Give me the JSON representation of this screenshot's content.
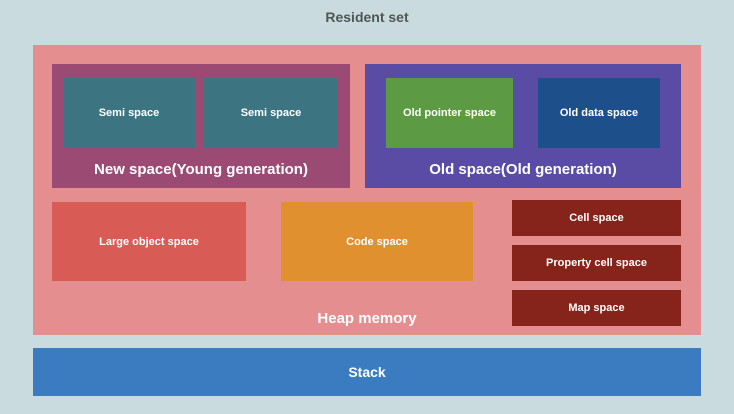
{
  "background": "#c9dbdf",
  "title": "Resident set",
  "title_color": "#4f5658",
  "heap": {
    "label": "Heap memory",
    "bg": "#e48e8f",
    "new_space": {
      "label": "New space(Young generation)",
      "bg": "#9b4a74",
      "semi_spaces": [
        {
          "label": "Semi space",
          "bg": "#3d7482"
        },
        {
          "label": "Semi space",
          "bg": "#3d7482"
        }
      ]
    },
    "old_space": {
      "label": "Old space(Old generation)",
      "bg": "#5a4ba5",
      "old_pointer_space": {
        "label": "Old pointer space",
        "bg": "#5c9b43"
      },
      "old_data_space": {
        "label": "Old data space",
        "bg": "#1d4f8b"
      }
    },
    "large_object_space": {
      "label": "Large object space",
      "bg": "#d95b55"
    },
    "code_space": {
      "label": "Code space",
      "bg": "#e0902e"
    },
    "cell_spaces": [
      {
        "label": "Cell space",
        "bg": "#86231a"
      },
      {
        "label": "Property cell space",
        "bg": "#86231a"
      },
      {
        "label": "Map space",
        "bg": "#86231a"
      }
    ]
  },
  "stack": {
    "label": "Stack",
    "bg": "#3b7cc1"
  }
}
